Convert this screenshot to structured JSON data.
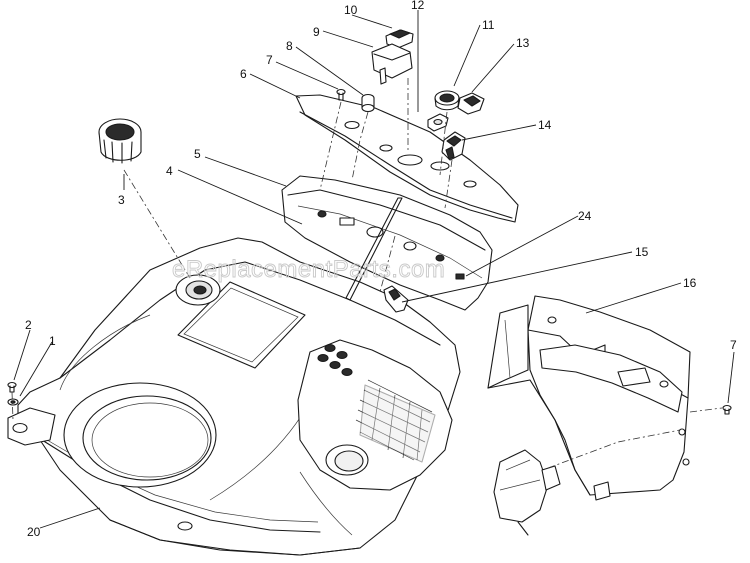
{
  "watermark": "eReplacementParts.com",
  "callouts": [
    {
      "id": "c10",
      "label": "10"
    },
    {
      "id": "c12",
      "label": "12"
    },
    {
      "id": "c9",
      "label": "9"
    },
    {
      "id": "c11",
      "label": "11"
    },
    {
      "id": "c13",
      "label": "13"
    },
    {
      "id": "c8",
      "label": "8"
    },
    {
      "id": "c7a",
      "label": "7"
    },
    {
      "id": "c6",
      "label": "6"
    },
    {
      "id": "c14",
      "label": "14"
    },
    {
      "id": "c5",
      "label": "5"
    },
    {
      "id": "c4",
      "label": "4"
    },
    {
      "id": "c3",
      "label": "3"
    },
    {
      "id": "c24",
      "label": "24"
    },
    {
      "id": "c15",
      "label": "15"
    },
    {
      "id": "c16",
      "label": "16"
    },
    {
      "id": "c2",
      "label": "2"
    },
    {
      "id": "c1",
      "label": "1"
    },
    {
      "id": "c7b",
      "label": "7"
    },
    {
      "id": "c20",
      "label": "20"
    }
  ]
}
